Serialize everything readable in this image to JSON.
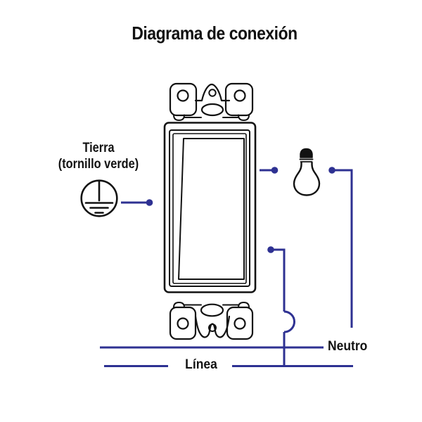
{
  "title": "Diagrama de conexión",
  "labels": {
    "ground": {
      "line1": "Tierra",
      "line2": "(tornillo verde)"
    },
    "neutral": "Neutro",
    "line": "Línea"
  },
  "colors": {
    "wire": "#2E3192",
    "outline": "#121212",
    "background": "#FFFFFF",
    "text": "#111111"
  },
  "icons": {
    "switch": "rocker-switch-icon",
    "ground": "ground-symbol-icon",
    "bulb": "light-bulb-icon"
  }
}
